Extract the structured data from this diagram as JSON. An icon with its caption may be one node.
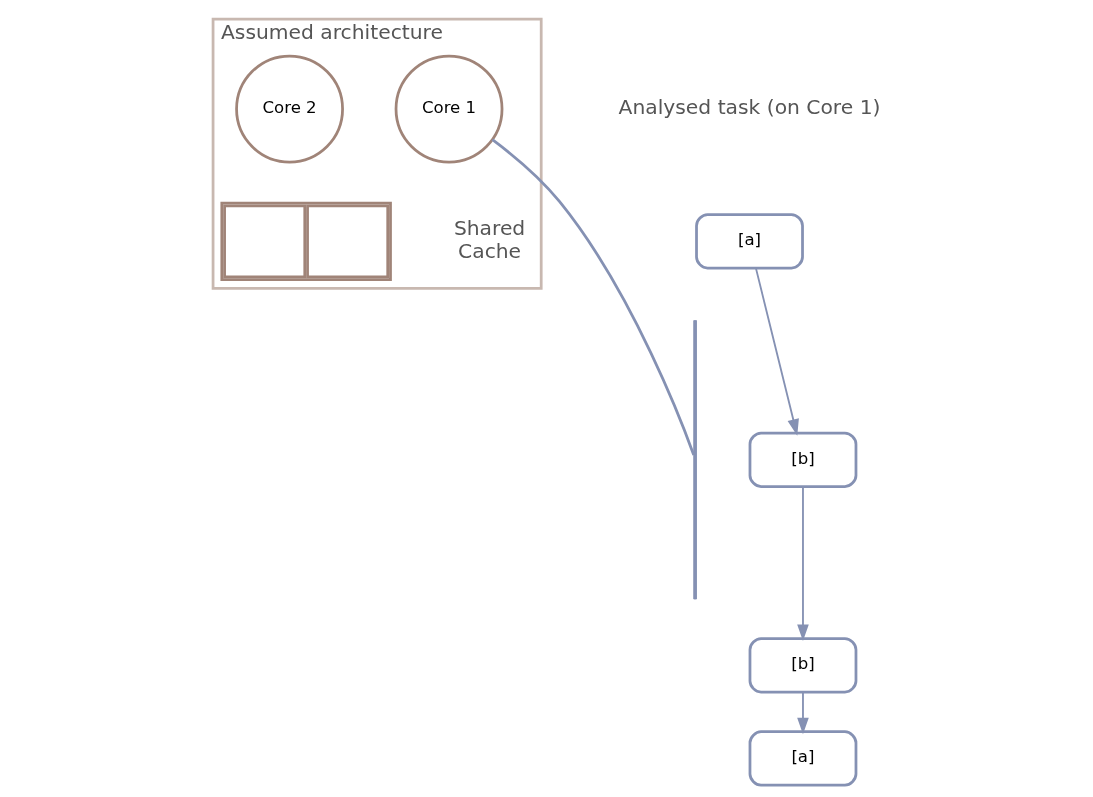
{
  "diagram": {
    "nodes": [
      {
        "text": [
          "[a]"
        ]
      },
      {
        "text": [
          "[b]"
        ]
      },
      {
        "text": [
          "[b]"
        ]
      },
      {
        "text": [
          "[a]"
        ]
      },
      {
        "text": [],
        "shape": "bar"
      },
      {
        "text": [
          "Assumed architecture"
        ]
      },
      {
        "text": [
          "Core 1"
        ],
        "in": 5
      },
      {
        "text": [
          "Core 2"
        ],
        "in": 5
      },
      {
        "text": [],
        "shape": "box",
        "beside": [
          "Shared Cache"
        ],
        "in": 5
      }
    ],
    "edges": [
      {
        "from": 0,
        "to": 1,
        "arrow": "to"
      },
      {
        "from": 1,
        "to": 2,
        "arrow": "to"
      },
      {
        "from": 2,
        "to": 3,
        "arrow": "to"
      },
      {
        "from": 4,
        "to": 6,
        "arrow": "none"
      }
    ],
    "labels": [
      "Analysed task (on Core 1)"
    ]
  }
}
